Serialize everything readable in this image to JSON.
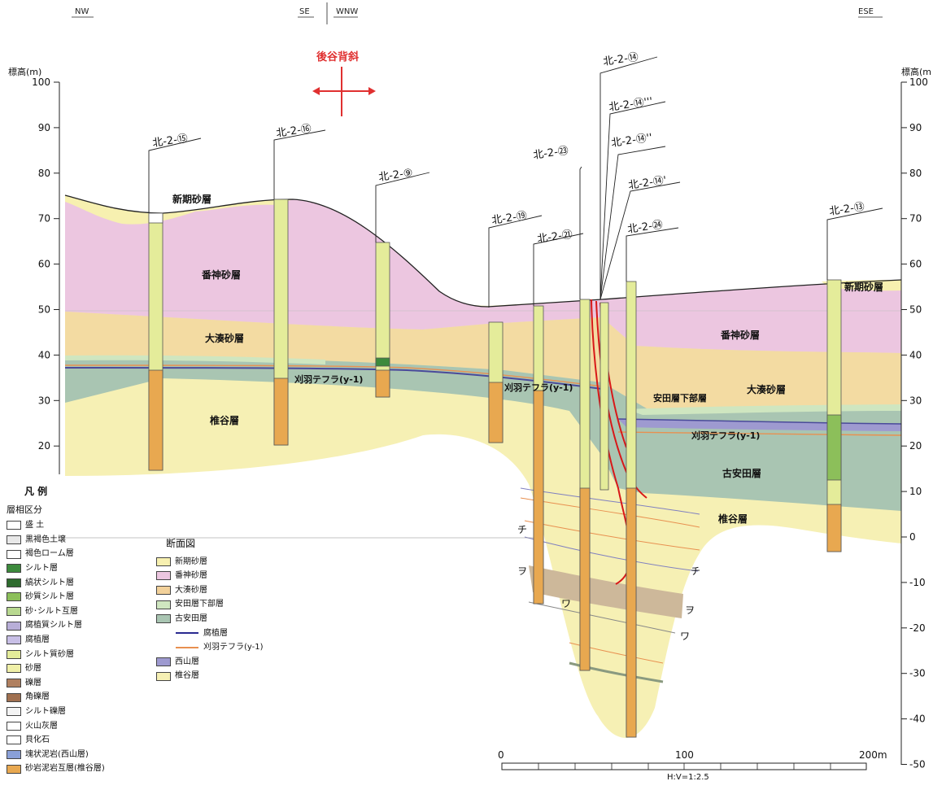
{
  "directions": {
    "left": "NW",
    "mid_left": "SE",
    "mid_right": "WNW",
    "right": "ESE"
  },
  "anticline": {
    "label": "後谷背斜",
    "color": "#e03030"
  },
  "axis": {
    "title_left": "標高(m)",
    "title_right": "標高(m",
    "ticks": [
      100,
      90,
      80,
      70,
      60,
      50,
      40,
      30,
      20,
      10,
      0,
      -10,
      -20,
      -30,
      -40,
      -50
    ]
  },
  "boreholes": [
    "北-2-⑮",
    "北-2-⑯",
    "北-2-⑨",
    "北-2-⑲",
    "北-2-㉓",
    "北-2-㉑",
    "北-2-⑭",
    "北-2-⑭'''",
    "北-2-⑭''",
    "北-2-⑭'",
    "北-2-㉔",
    "北-2-⑬"
  ],
  "layer_labels": {
    "shinki": "新期砂層",
    "bangami": "番神砂層",
    "ominato": "大湊砂層",
    "shiiya": "椎谷層",
    "kariwa": "刈羽テフラ(y-1)",
    "yasuda_lower": "安田層下部層",
    "old_yasuda": "古安田層"
  },
  "markers": {
    "chi": "チ",
    "wo": "ヲ",
    "wa": "ワ"
  },
  "legend": {
    "title": "凡 例",
    "facies_title": "層相区分",
    "facies": [
      {
        "label": "盛 土",
        "color": "#ffffff"
      },
      {
        "label": "黒褐色土壌",
        "color": "#e8e8e8"
      },
      {
        "label": "褐色ローム層",
        "color": "#ffffff"
      },
      {
        "label": "シルト層",
        "color": "#3c8a3c"
      },
      {
        "label": "縞状シルト層",
        "color": "#2e6b2e"
      },
      {
        "label": "砂質シルト層",
        "color": "#8cbf5a"
      },
      {
        "label": "砂･シルト互層",
        "color": "#b8d890"
      },
      {
        "label": "腐植質シルト層",
        "color": "#b8aed8"
      },
      {
        "label": "腐植層",
        "color": "#c8bfe6"
      },
      {
        "label": "シルト質砂層",
        "color": "#e4ec9a"
      },
      {
        "label": "砂層",
        "color": "#f0f0a8"
      },
      {
        "label": "礫層",
        "color": "#b08060"
      },
      {
        "label": "角礫層",
        "color": "#a07050"
      },
      {
        "label": "シルト礫層",
        "color": "#f4f4f4"
      },
      {
        "label": "火山灰層",
        "color": "#ffffff"
      },
      {
        "label": "貝化石",
        "color": "#ffffff"
      },
      {
        "label": "塊状泥岩(西山層)",
        "color": "#8aa0d8"
      },
      {
        "label": "砂岩泥岩互層(椎谷層)",
        "color": "#e8a850"
      }
    ],
    "section_title": "断面図",
    "section": [
      {
        "label": "新期砂層",
        "color": "#f7f0b0"
      },
      {
        "label": "番神砂層",
        "color": "#ecc6e0"
      },
      {
        "label": "大湊砂層",
        "color": "#f2d19a"
      },
      {
        "label": "安田層下部層",
        "color": "#cfe6c0"
      },
      {
        "label": "古安田層",
        "color": "#a9c5b2"
      }
    ],
    "section_lines": [
      {
        "label": "腐植層",
        "color": "#2a2a90"
      },
      {
        "label": "刈羽テフラ(y-1)",
        "color": "#e89050"
      }
    ],
    "section_extra": [
      {
        "label": "西山層",
        "color": "#9e9ad0"
      },
      {
        "label": "椎谷層",
        "color": "#f6f0b4"
      }
    ]
  },
  "scale": {
    "ticks": [
      "0",
      "100",
      "200m"
    ],
    "ratio": "H:V=1:2.5"
  }
}
